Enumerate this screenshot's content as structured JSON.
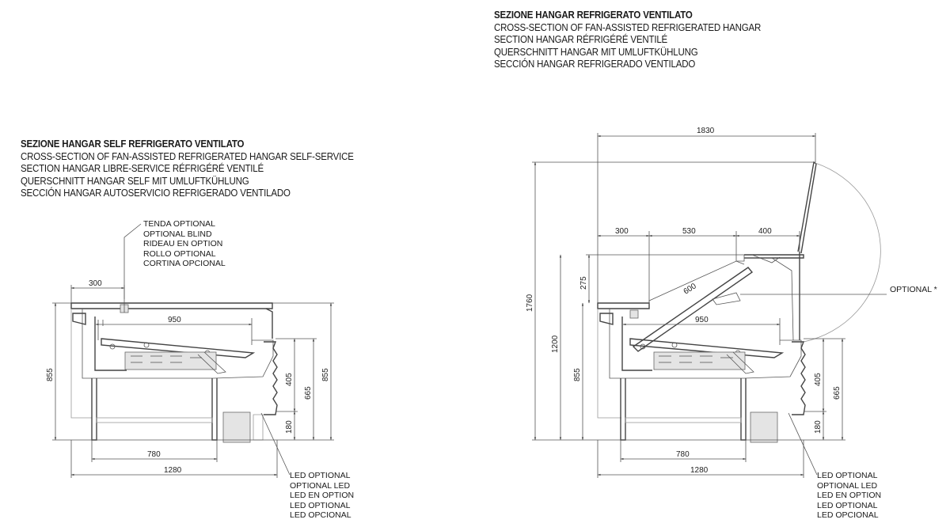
{
  "left": {
    "title": [
      "SEZIONE HANGAR SELF REFRIGERATO VENTILATO",
      "CROSS-SECTION OF FAN-ASSISTED REFRIGERATED HANGAR SELF-SERVICE",
      "SECTION HANGAR LIBRE-SERVICE RÉFRIGÉRÉ VENTILÉ",
      "QUERSCHNITT HANGAR SELF MIT UMLUFTKÜHLUNG",
      "SECCIÓN HANGAR AUTOSERVICIO REFRIGERADO VENTILADO"
    ],
    "blind_note": [
      "TENDA OPTIONAL",
      "OPTIONAL BLIND",
      "RIDEAU EN OPTION",
      "ROLLO OPTIONAL",
      "CORTINA OPCIONAL"
    ],
    "led_note": [
      "LED OPTIONAL",
      "OPTIONAL LED",
      "LED EN OPTION",
      "LED OPTIONAL",
      "LED OPCIONAL"
    ],
    "dims": {
      "d300": "300",
      "d950": "950",
      "d855_left": "855",
      "d405": "405",
      "d665": "665",
      "d855_right": "855",
      "d180": "180",
      "d780": "780",
      "d1280": "1280"
    }
  },
  "right": {
    "title": [
      "SEZIONE HANGAR REFRIGERATO VENTILATO",
      "CROSS-SECTION OF FAN-ASSISTED REFRIGERATED HANGAR",
      "SECTION HANGAR RÉFRIGÉRÉ VENTILÉ",
      "QUERSCHNITT HANGAR MIT UMLUFTKÜHLUNG",
      "SECCIÓN HANGAR REFRIGERADO VENTILADO"
    ],
    "optional_label": "OPTIONAL *",
    "led_note": [
      "LED OPTIONAL",
      "OPTIONAL LED",
      "LED EN OPTION",
      "LED OPTIONAL",
      "LED OPCIONAL"
    ],
    "dims": {
      "d1830": "1830",
      "d300": "300",
      "d530": "530",
      "d400": "400",
      "d275": "275",
      "d600": "600",
      "d950": "950",
      "d1760": "1760",
      "d1200": "1200",
      "d855": "855",
      "d405": "405",
      "d665": "665",
      "d180": "180",
      "d780": "780",
      "d1280": "1280"
    }
  }
}
